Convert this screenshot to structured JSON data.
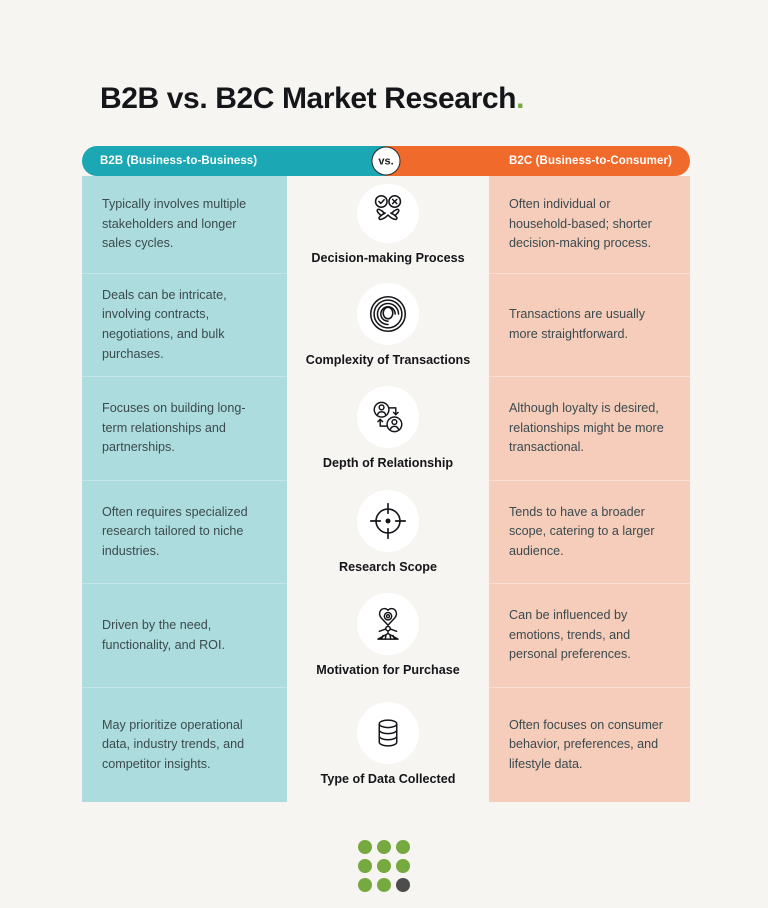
{
  "page": {
    "background_color": "#F7F5F2",
    "title_text": "B2B vs. B2C Market Research",
    "title_accent": ".",
    "accent_color": "#76A93F"
  },
  "header": {
    "left_label": "B2B (Business-to-Business)",
    "center_badge": "vs.",
    "right_label": "B2C (Business-to-Consumer)",
    "left_color": "#1BA7B4",
    "right_color": "#F06A2B"
  },
  "columns": {
    "left_fill": "#ACDCDD",
    "middle_fill": "#F7F5F2",
    "right_fill": "#F5CDBA"
  },
  "rows": [
    {
      "b2b": "Typically involves multiple stakeholders and longer sales cycles.",
      "topic": "Decision-making Process",
      "icon": "hands-check-cross-icon",
      "b2c": "Often individual or household-based; shorter decision-making process."
    },
    {
      "b2b": "Deals can be intricate, involving contracts, negotiations, and bulk purchases.",
      "topic": "Complexity of Transactions",
      "icon": "concentric-maze-icon",
      "b2c": "Transactions are usually more straightforward."
    },
    {
      "b2b": "Focuses on building long-term relationships and partnerships.",
      "topic": "Depth of Relationship",
      "icon": "two-people-connection-icon",
      "b2c": "Although loyalty is desired, relationships might be more transactional."
    },
    {
      "b2b": "Often requires specialized research tailored to niche industries.",
      "topic": "Research Scope",
      "icon": "crosshair-target-icon",
      "b2c": "Tends to have a broader scope, catering to a larger audience."
    },
    {
      "b2b": "Driven by the need, functionality, and ROI.",
      "topic": "Motivation for Purchase",
      "icon": "heart-pin-hands-icon",
      "b2c": "Can be influenced by emotions, trends, and personal preferences."
    },
    {
      "b2b": "May prioritize operational data, industry trends, and competitor insights.",
      "topic": "Type of Data Collected",
      "icon": "database-cylinder-icon",
      "b2c": "Often focuses on consumer behavior, preferences, and lifestyle data."
    }
  ],
  "footer_logo": {
    "name": "nine-dot-grid-logo",
    "dot_colors": [
      "#76A93F",
      "#76A93F",
      "#76A93F",
      "#76A93F",
      "#76A93F",
      "#76A93F",
      "#76A93F",
      "#76A93F",
      "#4D4D4D"
    ]
  }
}
